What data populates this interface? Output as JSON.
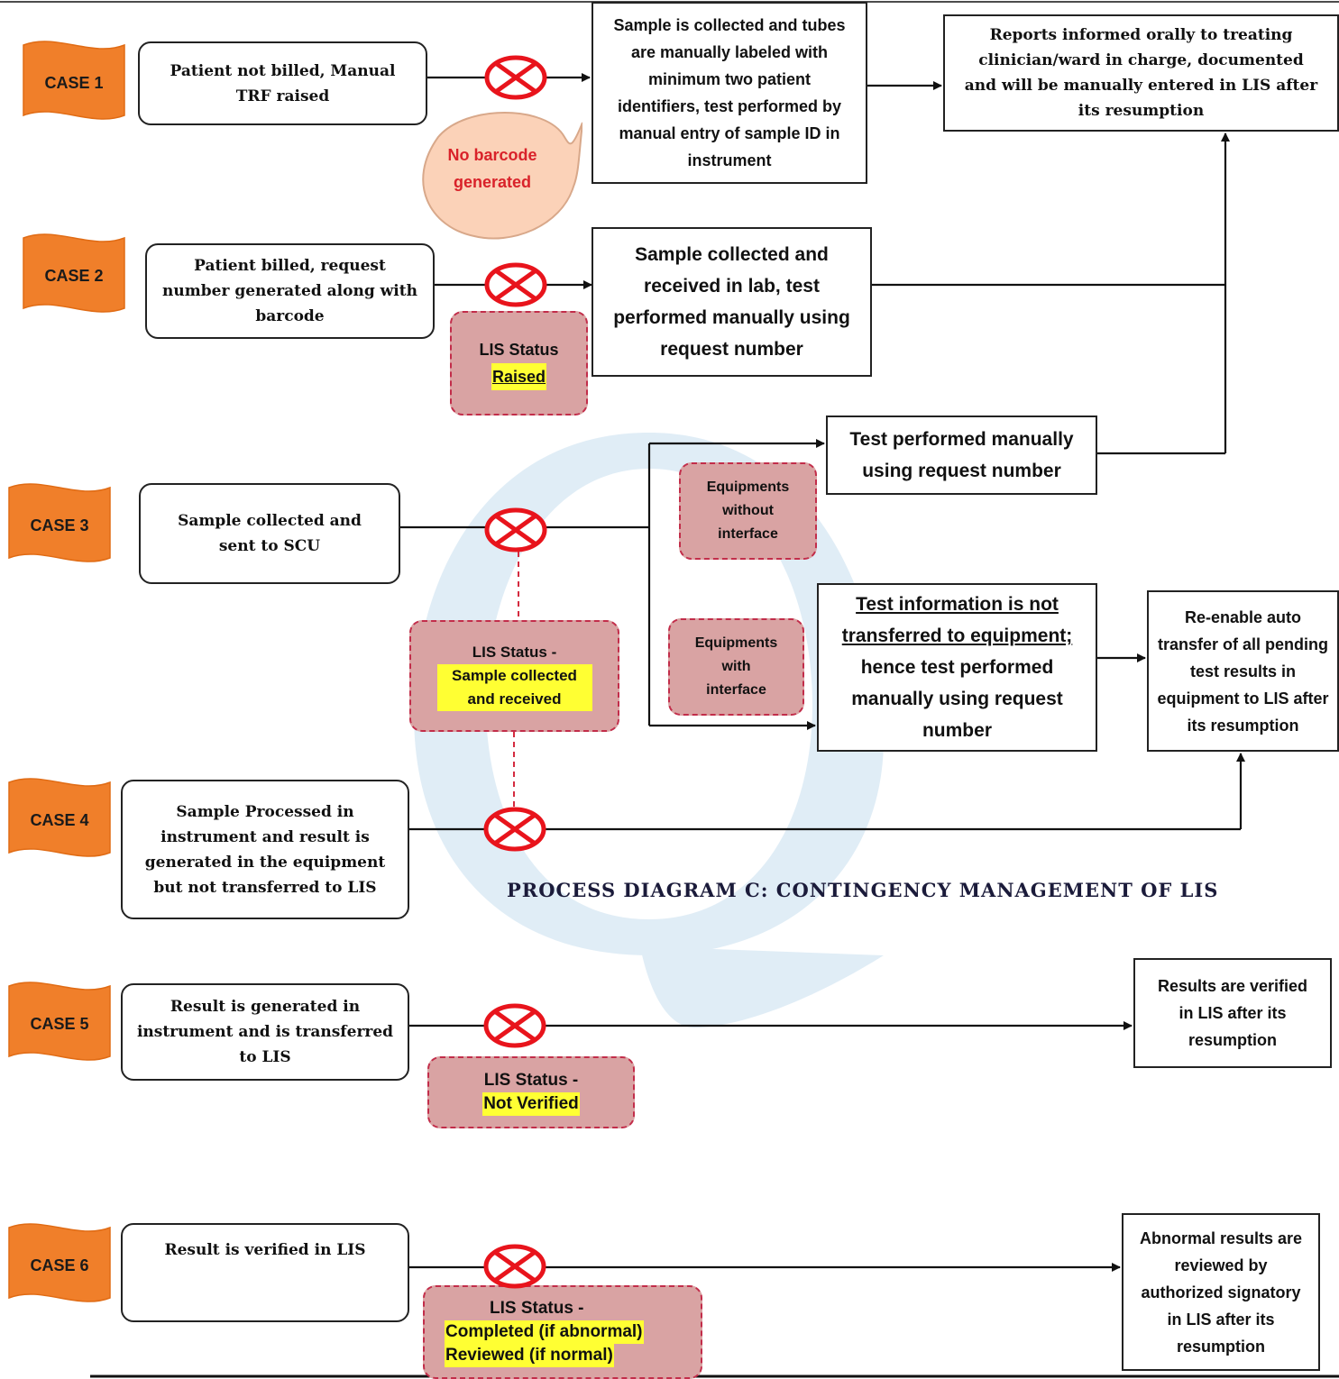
{
  "cases": [
    "CASE 1",
    "CASE 2",
    "CASE 3",
    "CASE 4",
    "CASE 5",
    "CASE 6"
  ],
  "case1": {
    "start": "Patient not billed, Manual TRF raised",
    "bubble": "No barcode generated",
    "action": "Sample is collected and tubes are manually labeled with minimum two patient identifiers, test performed by manual entry of sample ID in instrument",
    "outcome": "Reports informed orally to treating clinician/ward in charge, documented and will be manually entered in LIS after its resumption"
  },
  "case2": {
    "start": "Patient billed, request number generated along with barcode",
    "status_label": "LIS Status",
    "status_value": "Raised",
    "action": "Sample collected and received in lab, test performed manually using request number"
  },
  "case3": {
    "start": "Sample collected and sent to SCU",
    "status_label": "LIS Status -",
    "status_value": "Sample collected and received",
    "no_interface_label": "Equipments without interface",
    "no_interface_action": "Test performed manually using request number",
    "interface_label": "Equipments with interface",
    "interface_action_underlined": "Test information is not transferred to equipment;",
    "interface_action_rest": "hence test performed manually using request number",
    "interface_outcome": "Re-enable auto transfer of all pending test results in equipment to LIS after its resumption"
  },
  "case4": {
    "start": "Sample Processed in instrument and result is generated in the equipment but not transferred to LIS"
  },
  "case5": {
    "start": "Result is generated in instrument and is transferred to LIS",
    "status_label": "LIS Status -",
    "status_value": "Not Verified",
    "outcome": "Results are verified in LIS after its resumption"
  },
  "case6": {
    "start": "Result is verified in LIS",
    "status_label": "LIS Status -",
    "status_value_1": "Completed (if abnormal)",
    "status_value_2": "Reviewed (if normal)",
    "outcome": "Abnormal results are reviewed by authorized signatory in LIS after its resumption"
  },
  "caption": "PROCESS DIAGRAM C: CONTINGENCY MANAGEMENT OF LIS",
  "colors": {
    "case_flag": "#f07f2a",
    "block_mark": "#e8141c",
    "status_fill": "#d9a3a3",
    "status_border": "#c22d4a",
    "highlight": "#ffff33",
    "watermark": "#a9cde6"
  }
}
